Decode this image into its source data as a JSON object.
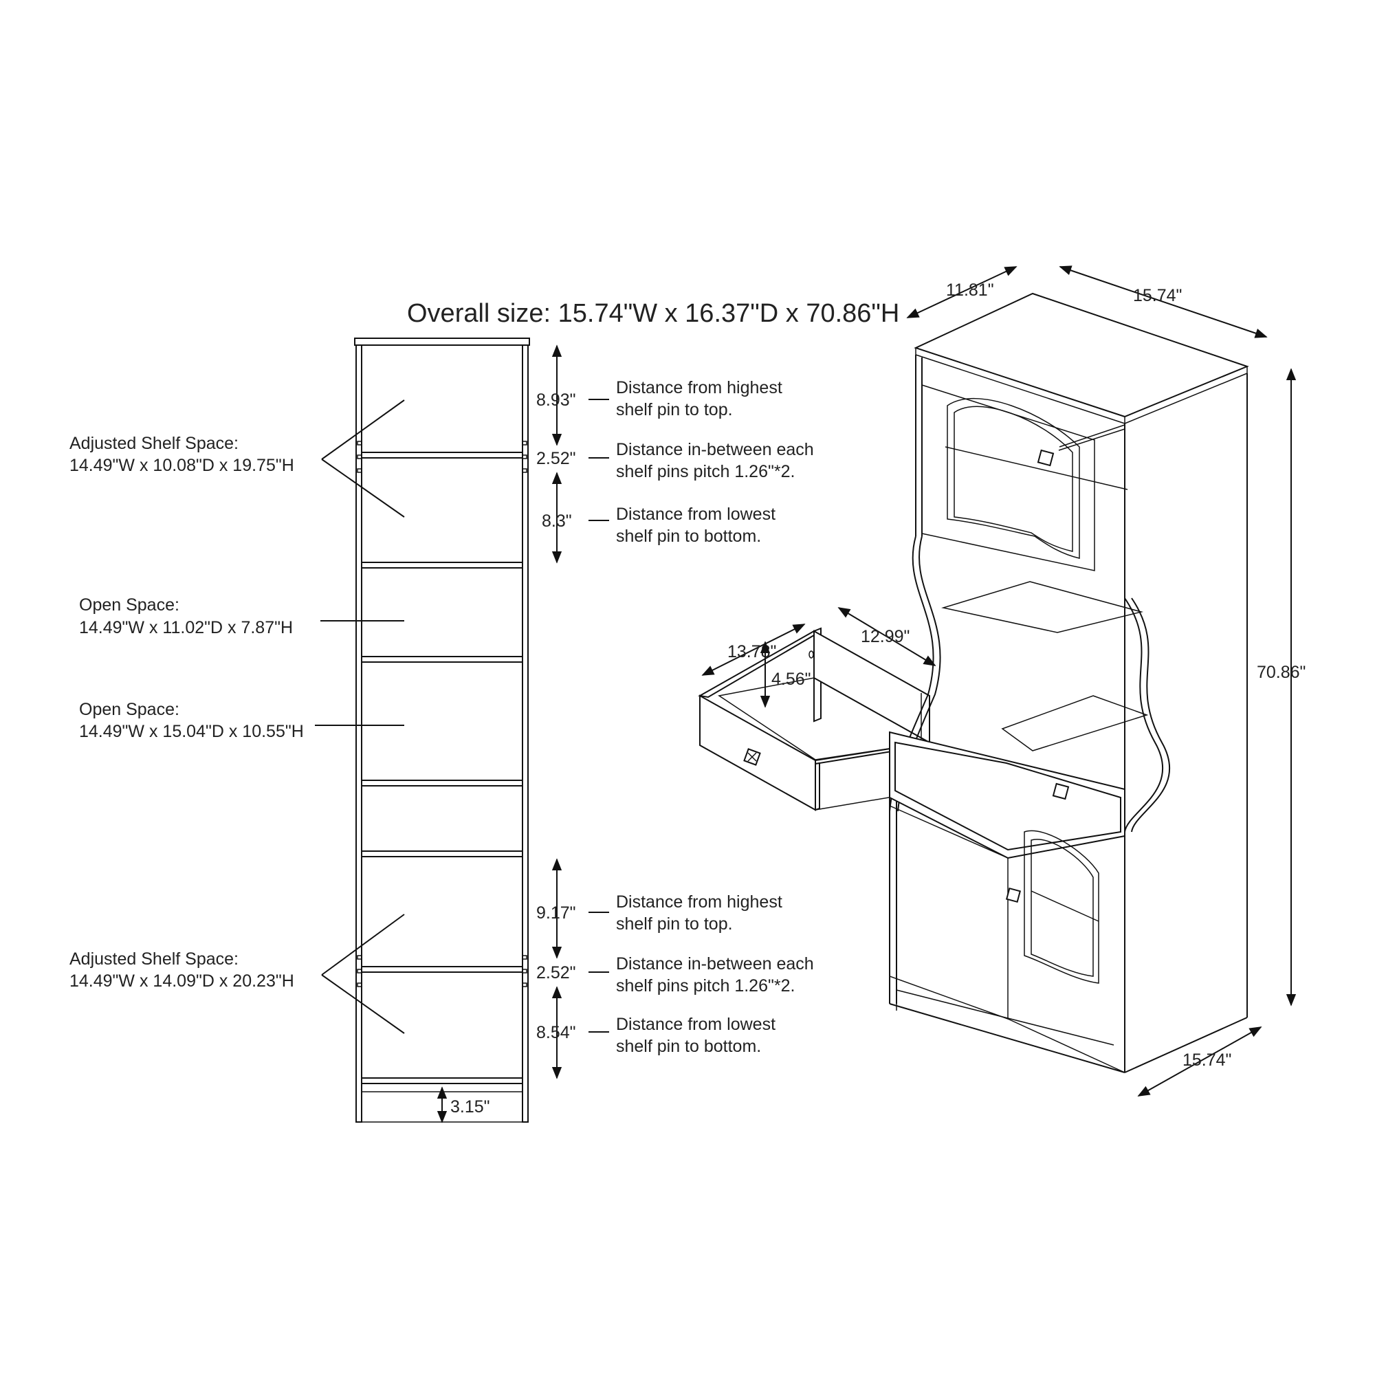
{
  "title": "Overall size: 15.74\"W x 16.37\"D x 70.86\"H",
  "left_labels": {
    "adjusted_top": {
      "heading": "Adjusted Shelf Space:",
      "size": "14.49\"W x 10.08\"D x 19.75\"H"
    },
    "open_1": {
      "heading": "Open Space:",
      "size": "14.49\"W x 11.02\"D x 7.87\"H"
    },
    "open_2": {
      "heading": "Open Space:",
      "size": "14.49\"W x 15.04\"D x 10.55\"H"
    },
    "adjusted_bottom": {
      "heading": "Adjusted Shelf Space:",
      "size": "14.49\"W x 14.09\"D x 20.23\"H"
    }
  },
  "pin_notes_top": {
    "top_dim": "8.93\"",
    "top_line1": "Distance from highest",
    "top_line2": "shelf pin to top.",
    "pitch_dim": "2.52\"",
    "pitch_line1": "Distance in-between each",
    "pitch_line2": "shelf pins pitch 1.26\"*2.",
    "bottom_dim": "8.3\"",
    "bottom_line1": "Distance from lowest",
    "bottom_line2": "shelf pin to bottom."
  },
  "pin_notes_bottom": {
    "top_dim": "9.17\"",
    "top_line1": "Distance from highest",
    "top_line2": "shelf pin to top.",
    "pitch_dim": "2.52\"",
    "pitch_line1": "Distance in-between each",
    "pitch_line2": "shelf pins pitch 1.26\"*2.",
    "bottom_dim": "8.54\"",
    "bottom_line1": "Distance from lowest",
    "bottom_line2": "shelf pin to bottom."
  },
  "base_dim": "3.15\"",
  "drawer": {
    "width": "13.78\"",
    "depth": "12.99\"",
    "height": "4.56\""
  },
  "cabinet": {
    "depth_top": "11.81\"",
    "width_top": "15.74\"",
    "height": "70.86\"",
    "width_bottom": "15.74\""
  }
}
